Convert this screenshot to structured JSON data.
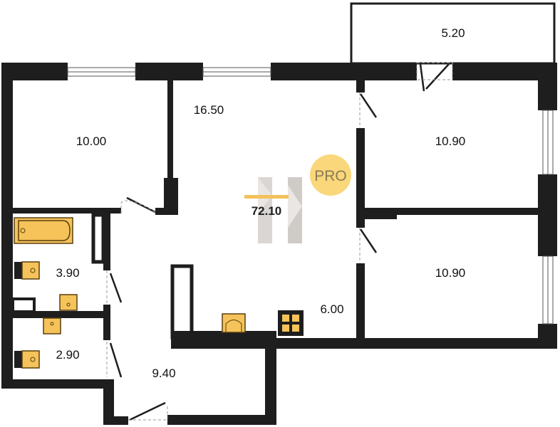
{
  "plan": {
    "total_area": "72.10",
    "badge": "PRO",
    "rooms": [
      {
        "name": "balcony",
        "area": "5.20"
      },
      {
        "name": "bedroom-left",
        "area": "10.00"
      },
      {
        "name": "living-room",
        "area": "16.50"
      },
      {
        "name": "bedroom-top-right",
        "area": "10.90"
      },
      {
        "name": "bedroom-bottom-right",
        "area": "10.90"
      },
      {
        "name": "bathroom",
        "area": "3.90"
      },
      {
        "name": "toilet",
        "area": "2.90"
      },
      {
        "name": "kitchen",
        "area": "6.00"
      },
      {
        "name": "hallway",
        "area": "9.40"
      }
    ]
  },
  "colors": {
    "wall": "#1e1e1e",
    "fixture": "#f5c35a",
    "badge": "#f9d77a",
    "accent_line": "#f2c25a"
  }
}
